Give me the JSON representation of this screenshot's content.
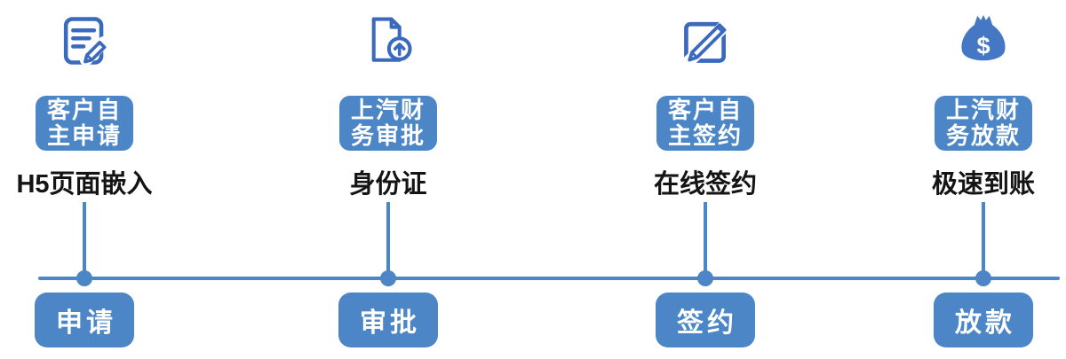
{
  "colors": {
    "primary_blue": "#4C86C6",
    "icon_blue": "#3A6ABE",
    "bag_blue": "#4478C5",
    "text_dark": "#141414"
  },
  "steps": [
    {
      "icon": "document-edit-icon",
      "badge_line1": "客户自",
      "badge_line2": "主申请",
      "badge_full": "客户自主申请",
      "label": "H5页面嵌入",
      "button": "申请"
    },
    {
      "icon": "document-upload-icon",
      "badge_line1": "上汽财",
      "badge_line2": "务审批",
      "badge_full": "上汽财务审批",
      "label": "身份证",
      "button": "审批"
    },
    {
      "icon": "edit-square-icon",
      "badge_line1": "客户自",
      "badge_line2": "主签约",
      "badge_full": "客户自主签约",
      "label": "在线签约",
      "button": "签约"
    },
    {
      "icon": "money-bag-icon",
      "badge_line1": "上汽财",
      "badge_line2": "务放款",
      "badge_full": "上汽财务放款",
      "label": "极速到账",
      "button": "放款"
    }
  ],
  "bag_currency_symbol": "$"
}
